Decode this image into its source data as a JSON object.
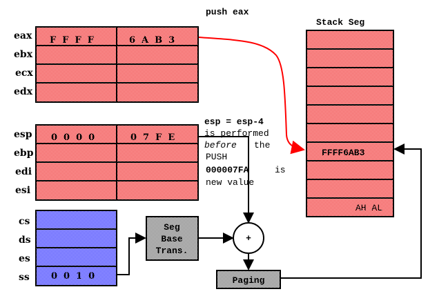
{
  "title": "push eax",
  "gp_registers": [
    {
      "name": "eax",
      "high": "FFFF",
      "low": "6AB3"
    },
    {
      "name": "ebx",
      "high": "",
      "low": ""
    },
    {
      "name": "ecx",
      "high": "",
      "low": ""
    },
    {
      "name": "edx",
      "high": "",
      "low": ""
    }
  ],
  "index_registers": [
    {
      "name": "esp",
      "high": "0000",
      "low": "07FE"
    },
    {
      "name": "ebp",
      "high": "",
      "low": ""
    },
    {
      "name": "edi",
      "high": "",
      "low": ""
    },
    {
      "name": "esi",
      "high": "",
      "low": ""
    }
  ],
  "segment_registers": [
    {
      "name": "cs",
      "value": ""
    },
    {
      "name": "ds",
      "value": ""
    },
    {
      "name": "es",
      "value": ""
    },
    {
      "name": "ss",
      "value": "0010"
    }
  ],
  "note": {
    "line1": "esp = esp-4",
    "line2": "is performed",
    "line3_italic": "before",
    "line3_rest": "the",
    "line4": "PUSH",
    "line5_bold": "000007FA",
    "line5_rest": "is",
    "line6": "new value"
  },
  "seg_base": {
    "line1": "Seg",
    "line2": "Base",
    "line3": "Trans."
  },
  "adder": "+",
  "paging": "Paging",
  "stack": {
    "title": "Stack Seg",
    "pushed_value": "FFFF6AB3",
    "bottom_label": "AH AL"
  },
  "colors": {
    "red_fill": "#f08080",
    "blue_fill": "#8888ff",
    "gray_fill": "#c0c0c0",
    "arrow_red": "#ff0000"
  }
}
